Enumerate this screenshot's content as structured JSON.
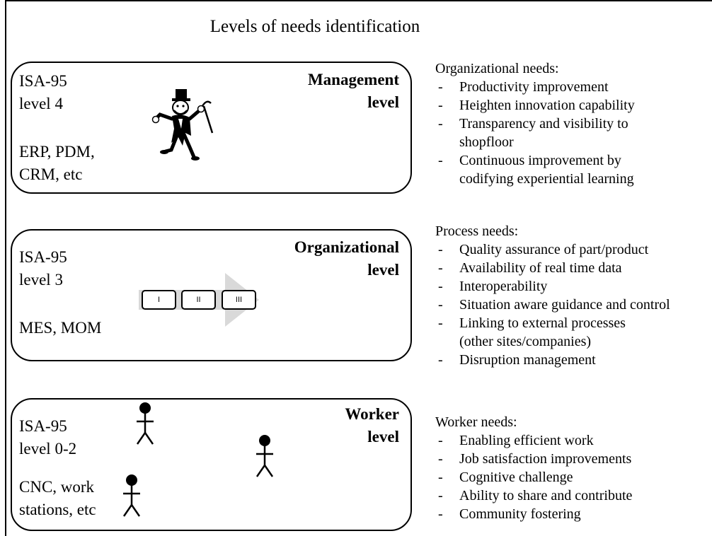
{
  "title": "Levels of needs identification",
  "levels": [
    {
      "isa": "ISA-95\nlevel 4",
      "systems": "ERP, PDM,\nCRM, etc",
      "name_line1": "Management",
      "name_line2": "level",
      "icon": "tycoon-mascot-icon"
    },
    {
      "isa": "ISA-95\nlevel 3",
      "systems": "MES, MOM",
      "name_line1": "Organizational",
      "name_line2": "level",
      "icon": "process-steps-arrow-icon",
      "steps": [
        "I",
        "II",
        "III"
      ]
    },
    {
      "isa": "ISA-95\nlevel 0-2",
      "systems": "CNC, work\nstations, etc",
      "name_line1": "Worker",
      "name_line2": "level",
      "icon": "stick-figure-icon"
    }
  ],
  "needs": [
    {
      "heading": "Organizational needs:",
      "items": [
        [
          "Productivity improvement"
        ],
        [
          "Heighten innovation capability"
        ],
        [
          "Transparency and visibility to",
          "shopfloor"
        ],
        [
          "Continuous improvement by",
          "codifying experiential learning"
        ]
      ]
    },
    {
      "heading": "Process needs:",
      "items": [
        [
          "Quality assurance of part/product"
        ],
        [
          "Availability of real time data"
        ],
        [
          "Interoperability"
        ],
        [
          "Situation aware guidance and control"
        ],
        [
          "Linking to external processes",
          "(other sites/companies)"
        ],
        [
          "Disruption management"
        ]
      ]
    },
    {
      "heading": "Worker needs:",
      "items": [
        [
          "Enabling efficient work"
        ],
        [
          "Job satisfaction improvements"
        ],
        [
          "Cognitive challenge"
        ],
        [
          "Ability to share and contribute"
        ],
        [
          "Community fostering"
        ]
      ]
    }
  ]
}
